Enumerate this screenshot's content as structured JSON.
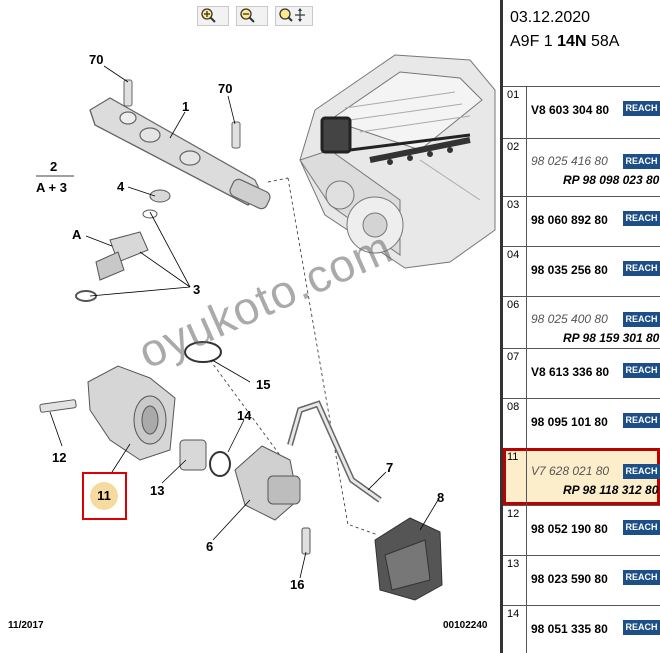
{
  "toolbar": {
    "zoom_in_icon": "zoom-in-icon",
    "zoom_out_icon": "zoom-out-icon",
    "zoom_pan_icon": "zoom-pan-icon"
  },
  "header": {
    "date": "03.12.2020",
    "engine_prefix": "A9F 1 ",
    "engine_bold": "14N",
    "engine_suffix": " 58A"
  },
  "diagram": {
    "callouts": {
      "c70a": "70",
      "c70b": "70",
      "c1": "1",
      "c2": "2",
      "c2sub": "A + 3",
      "c4": "4",
      "cA": "A",
      "c3": "3",
      "c15": "15",
      "c14": "14",
      "c12": "12",
      "c13": "13",
      "c7": "7",
      "c8": "8",
      "c6": "6",
      "c16": "16"
    },
    "selected_callout": "11",
    "footer_date": "11/2017",
    "footer_ref": "00102240",
    "watermark": "oyukoto.com"
  },
  "parts": [
    {
      "index": "01",
      "ref": "V8 603 304 80",
      "alt": false,
      "rp": "",
      "reach": "REACH"
    },
    {
      "index": "02",
      "ref": "98 025 416 80",
      "alt": true,
      "rp": "RP 98 098 023 80",
      "reach": "REACH"
    },
    {
      "index": "03",
      "ref": "98 060 892 80",
      "alt": false,
      "rp": "",
      "reach": "REACH"
    },
    {
      "index": "04",
      "ref": "98 035 256 80",
      "alt": false,
      "rp": "",
      "reach": "REACH"
    },
    {
      "index": "06",
      "ref": "98 025 400 80",
      "alt": true,
      "rp": "RP 98 159 301 80",
      "reach": "REACH"
    },
    {
      "index": "07",
      "ref": "V8 613 336 80",
      "alt": false,
      "rp": "",
      "reach": "REACH"
    },
    {
      "index": "08",
      "ref": "98 095 101 80",
      "alt": false,
      "rp": "",
      "reach": "REACH"
    },
    {
      "index": "11",
      "ref": "V7 628 021 80",
      "alt": true,
      "rp": "RP 98 118 312 80",
      "reach": "REACH",
      "selected": true
    },
    {
      "index": "12",
      "ref": "98 052 190 80",
      "alt": false,
      "rp": "",
      "reach": "REACH"
    },
    {
      "index": "13",
      "ref": "98 023 590 80",
      "alt": false,
      "rp": "",
      "reach": "REACH"
    },
    {
      "index": "14",
      "ref": "98 051 335 80",
      "alt": false,
      "rp": "",
      "reach": "REACH"
    }
  ],
  "colors": {
    "reach_badge": "#1d4f86",
    "selected_fill": "#fdeecb",
    "selected_border": "#bb0000",
    "callout_highlight": "#f6dba0"
  }
}
